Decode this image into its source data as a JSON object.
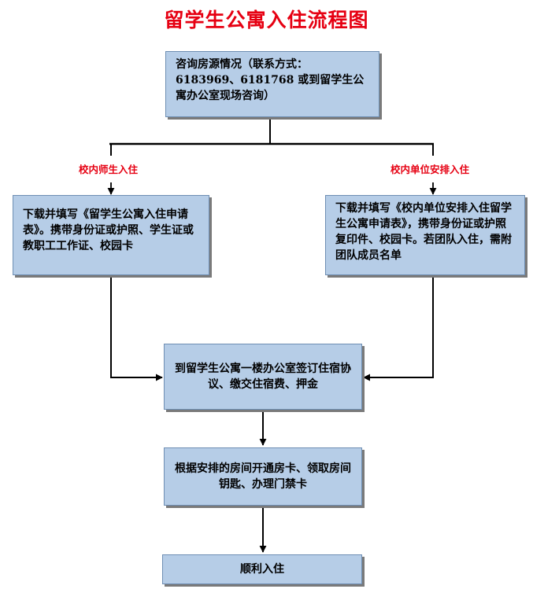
{
  "title": "留学生公寓入住流程图",
  "colors": {
    "title": "#e60012",
    "branch_label": "#e60012",
    "box_fill": "#b6cde7",
    "box_border": "#6e8eb3",
    "line": "#000000"
  },
  "nodes": {
    "consult": "咨询房源情况（联系方式：6183969、6181768 或到留学生公寓办公室现场咨询）",
    "left_form": "下载并填写《留学生公寓入住申请表》。携带身份证或护照、学生证或教职工工作证、校园卡",
    "right_form": "下载并填写《校内单位安排入住留学生公寓申请表》，携带身份证或护照复印件、校园卡。若团队入住，需附团队成员名单",
    "sign": "到留学生公寓一楼办公室签订住宿协议、缴交住宿费、押金",
    "room_card": "根据安排的房间开通房卡、领取房间钥匙、办理门禁卡",
    "done": "顺利入住"
  },
  "branches": {
    "left": "校内师生入住",
    "right": "校内单位安排入住"
  }
}
